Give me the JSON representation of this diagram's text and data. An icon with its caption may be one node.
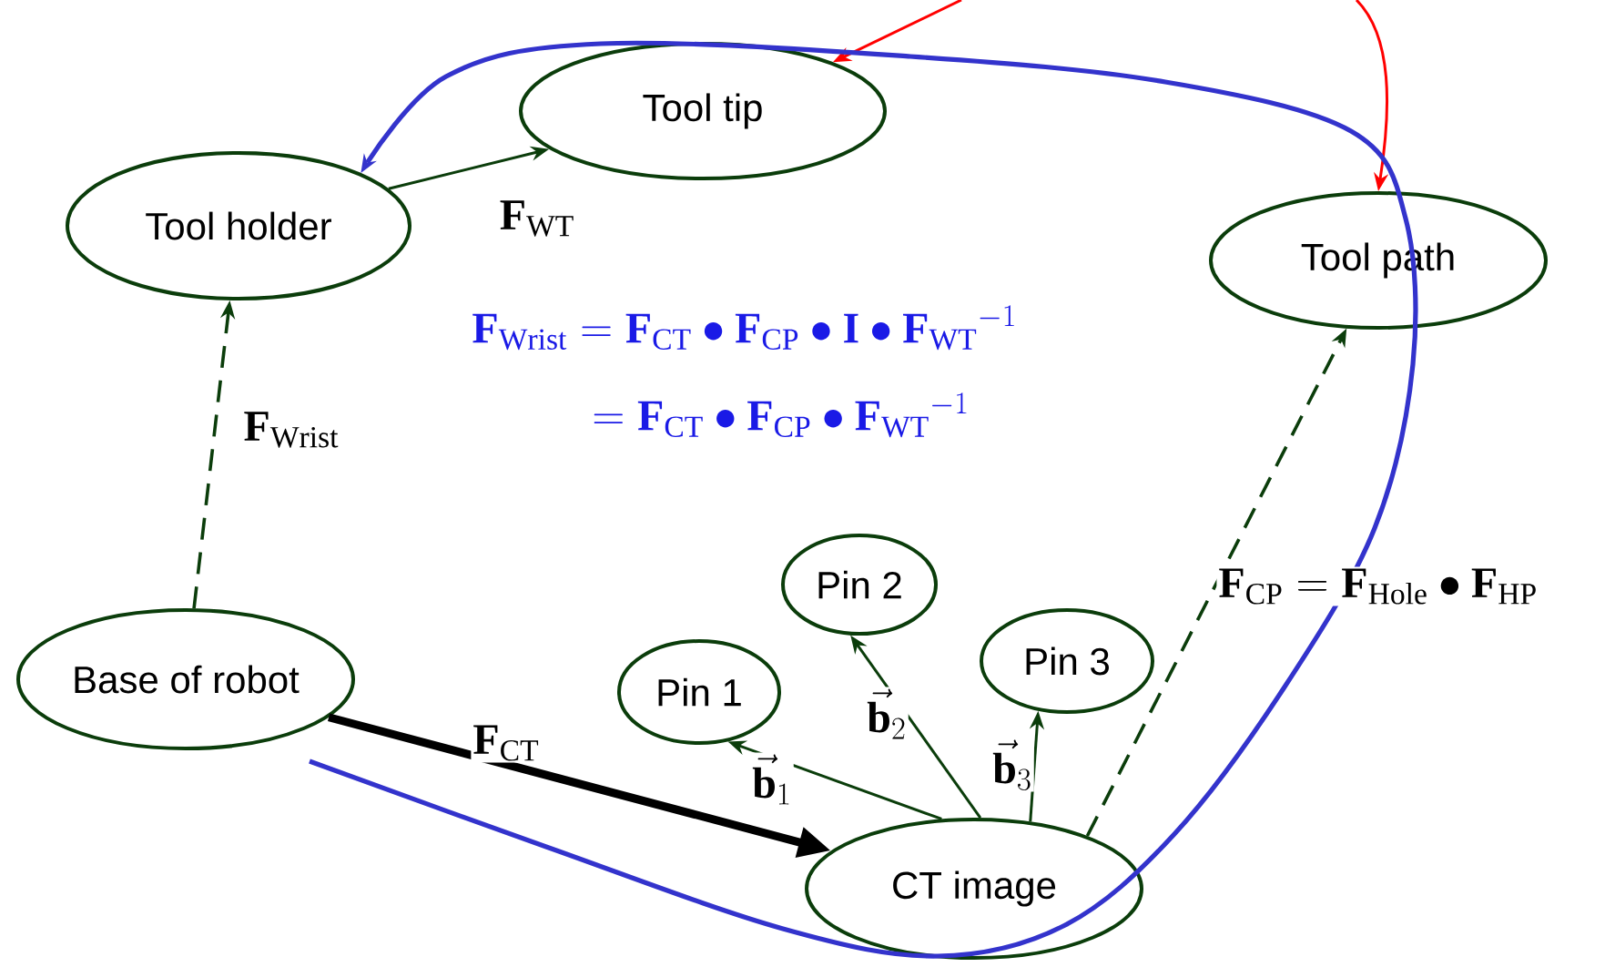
{
  "diagram": {
    "nodes": [
      {
        "text": [
          "Tool tip"
        ]
      },
      {
        "text": [
          "Tool holder"
        ]
      },
      {
        "text": [
          "Tool path"
        ]
      },
      {
        "text": [
          "Base of robot"
        ]
      },
      {
        "text": [
          "Pin 2"
        ]
      },
      {
        "text": [
          "Pin 1"
        ]
      },
      {
        "text": [
          "Pin 3"
        ]
      },
      {
        "text": [
          "CT image"
        ]
      }
    ],
    "edges": [
      {
        "from": 1,
        "to": 0,
        "arrow": "to",
        "label": "\\mathbf{F}_{\\mathrm{WT}}"
      },
      {
        "from": 3,
        "to": 1,
        "arrow": "to",
        "style": "dashed",
        "label": "\\mathbf{F}_{\\mathrm{Wrist}}"
      },
      {
        "from": 3,
        "to": 7,
        "arrow": "to",
        "style": "thick",
        "color": "#000000",
        "label": "\\mathbf{F}_{\\mathrm{CT}}"
      },
      {
        "from": 7,
        "to": 5,
        "arrow": "to",
        "label": "\\vec{\\mathbf{b}}_{1}"
      },
      {
        "from": 7,
        "to": 4,
        "arrow": "to",
        "label": "\\vec{\\mathbf{b}}_{2}"
      },
      {
        "from": 7,
        "to": 6,
        "arrow": "to",
        "label": "\\vec{\\mathbf{b}}_{3}"
      },
      {
        "from": 7,
        "to": 2,
        "arrow": "to",
        "style": "dashed",
        "label": "\\mathbf{F}_{\\mathrm{CP}}=\\mathbf{F}_{\\mathrm{Hole}}\\bullet\\mathbf{F}_{\\mathrm{HP}}"
      },
      {
        "from": null,
        "to": 0,
        "arrow": "to",
        "color": "#ff0000"
      },
      {
        "from": null,
        "to": 2,
        "arrow": "to",
        "color": "#ff0000"
      },
      {
        "from": null,
        "to": 1,
        "arrow": "to",
        "color": "#3333cc"
      }
    ],
    "labels": [
      "\\mathbf{F}_{\\mathrm{Wrist}}=\\mathbf{F}_{\\mathrm{CT}}\\bullet\\mathbf{F}_{\\mathrm{CP}}\\bullet\\mathbf{I}\\bullet{\\mathbf{F}_{\\mathrm{WT}}}^{-1}",
      "=\\mathbf{F}_{\\mathrm{CT}}\\bullet\\mathbf{F}_{\\mathrm{CP}}\\bullet{\\mathbf{F}_{\\mathrm{WT}}}^{-1}"
    ]
  }
}
